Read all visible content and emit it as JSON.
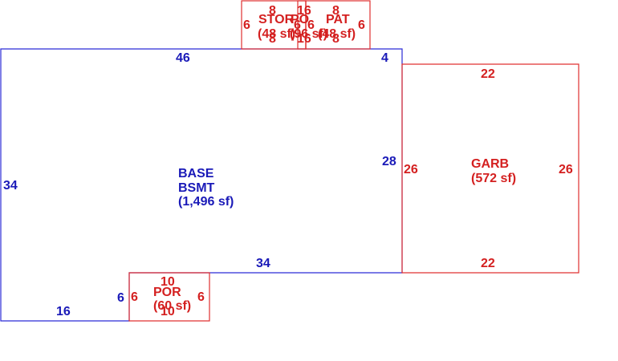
{
  "colors": {
    "basement": "#2b2bd6",
    "addon": "#e03030"
  },
  "base": {
    "code": "BASE",
    "name": "BSMT",
    "area": "(1,496 sf)",
    "dims": {
      "top": "46",
      "top_right": "4",
      "right": "28",
      "left": "34",
      "inner_h": "34",
      "inner_v": "6",
      "bottom": "16"
    }
  },
  "garage": {
    "name": "GARB",
    "area": "(572 sf)",
    "dims": {
      "top": "22",
      "bottom": "22",
      "left": "26",
      "right": "26"
    }
  },
  "porch": {
    "name": "POR",
    "area": "(60 sf)",
    "dims": {
      "top": "10",
      "bottom": "10",
      "left": "6",
      "right": "6"
    }
  },
  "storage": {
    "name": "STOR",
    "area": "(48 sf)",
    "dims": {
      "top": "8",
      "bottom": "8",
      "left": "6",
      "right": "6"
    }
  },
  "center": {
    "area": "(96 sf)",
    "dims": {
      "top": "16",
      "bottom": "16",
      "left": "6",
      "right": "6"
    }
  },
  "patio": {
    "name": "PAT",
    "area": "(48 sf)",
    "dims": {
      "top": "8",
      "bottom": "8",
      "left": "6",
      "right": "6"
    }
  },
  "overlap": {
    "label": "PO"
  }
}
